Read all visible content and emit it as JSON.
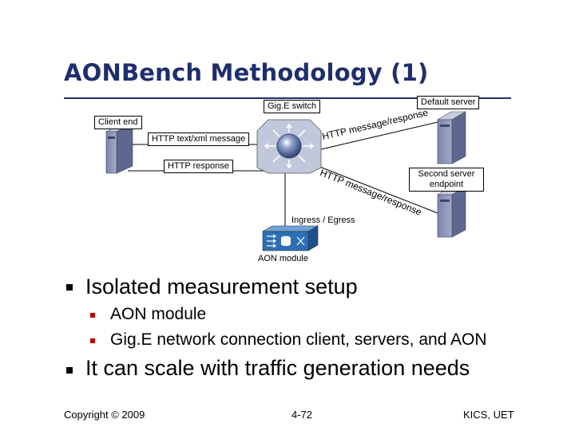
{
  "title": "AONBench Methodology (1)",
  "diagram": {
    "labels": {
      "client_end": "Client end",
      "gige_switch": "Gig.E switch",
      "default_server": "Default server",
      "http_text_xml": "HTTP text/xml message",
      "http_response": "HTTP response",
      "http_msg_response_upper": "HTTP message/response",
      "http_msg_response_lower": "HTTP message/response",
      "second_server": "Second server endpoint",
      "ingress_egress": "Ingress / Egress",
      "aon_module": "AON module"
    }
  },
  "bullets": [
    {
      "text": "Isolated measurement setup",
      "sub": [
        "AON module",
        "Gig.E network connection client, servers, and AON"
      ]
    },
    {
      "text": "It can scale with traffic generation needs",
      "sub": []
    }
  ],
  "footer": {
    "copyright": "Copyright © 2009",
    "page": "4-72",
    "org": "KICS, UET"
  },
  "colors": {
    "title": "#1e2e6e",
    "server_body": "#8a93b5",
    "sub_bullet": "#c00000",
    "aon_module": "#2c6fb5"
  }
}
